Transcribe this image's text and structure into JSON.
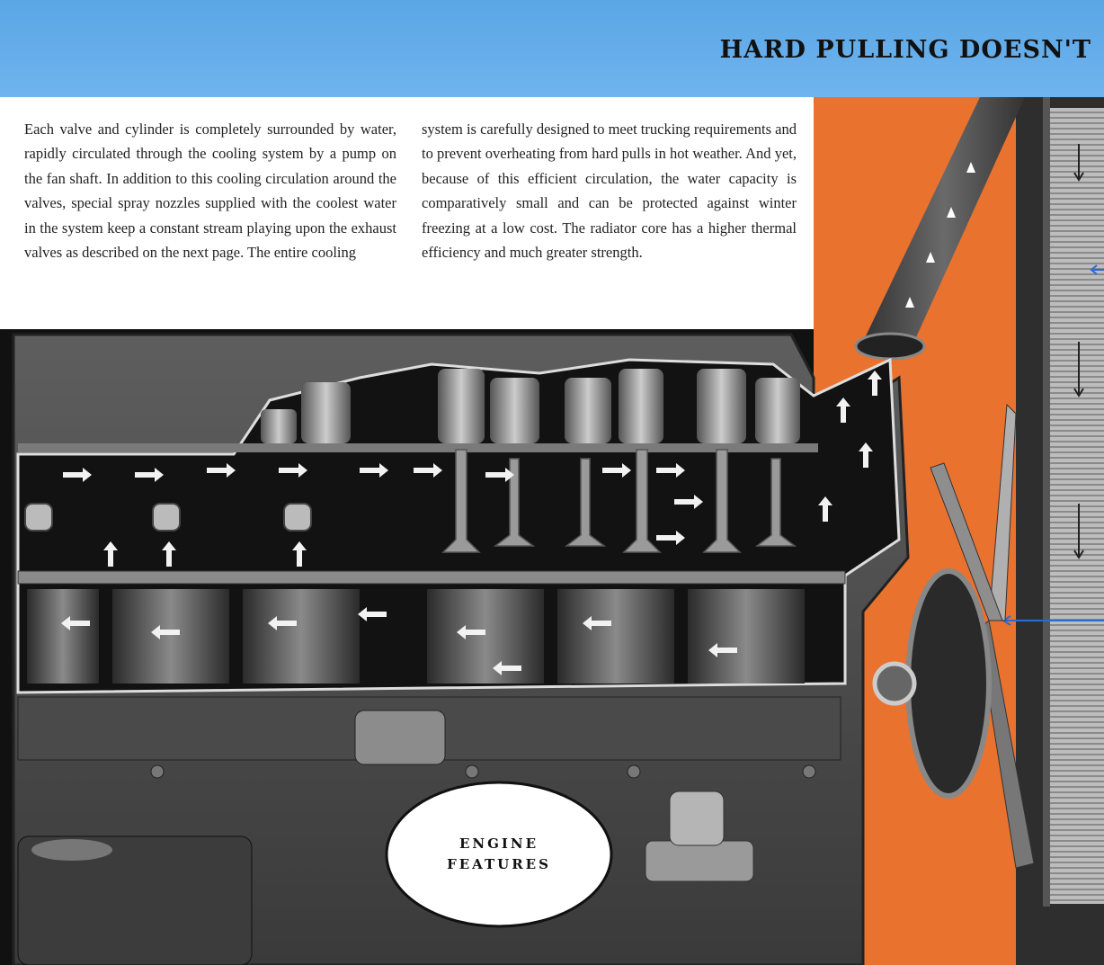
{
  "header": {
    "headline": "HARD PULLING DOESN'T",
    "banner_color": "#64ace9"
  },
  "body_text": {
    "column_left": "Each valve and cylinder is completely surrounded by water, rapidly circulated through the cooling system by a pump on the fan shaft. In addition to this cooling circulation around the valves, special spray nozzles supplied with the coolest water in the system keep a constant stream playing upon the exhaust valves as described on the next page. The entire cooling",
    "column_right": "system is carefully designed to meet trucking requirements and to prevent overheating from hard pulls in hot weather. And yet, because of this efficient circulation, the water capacity is comparatively small and can be protected against winter freezing at a low cost. The radiator core has a higher thermal efficiency and much greater strength."
  },
  "illustration": {
    "accent_color": "#e9722f",
    "badge": {
      "line1": "ENGINE",
      "line2": "FEATURES"
    }
  }
}
